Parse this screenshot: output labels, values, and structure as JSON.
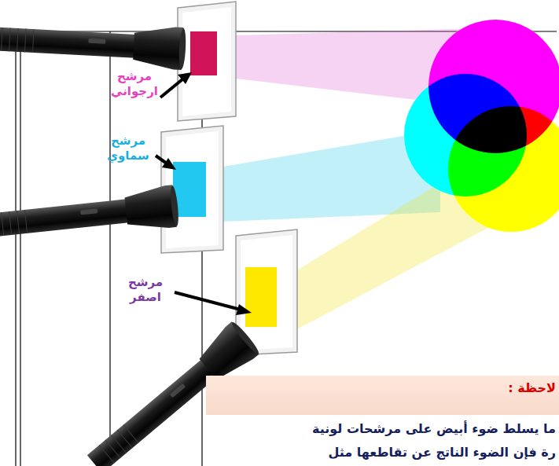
{
  "diagram": {
    "nodes": [
      {
        "text": [
          "لاحظة :"
        ]
      }
    ],
    "labels": [
      "مرشح ارجواني",
      "مرشح سماوي",
      "مرشح اصفر",
      "ما يسلط ضوء أبيض على مرشحات لونية",
      "رة فإن الضوء الناتج عن تقاطعها مثل"
    ]
  }
}
